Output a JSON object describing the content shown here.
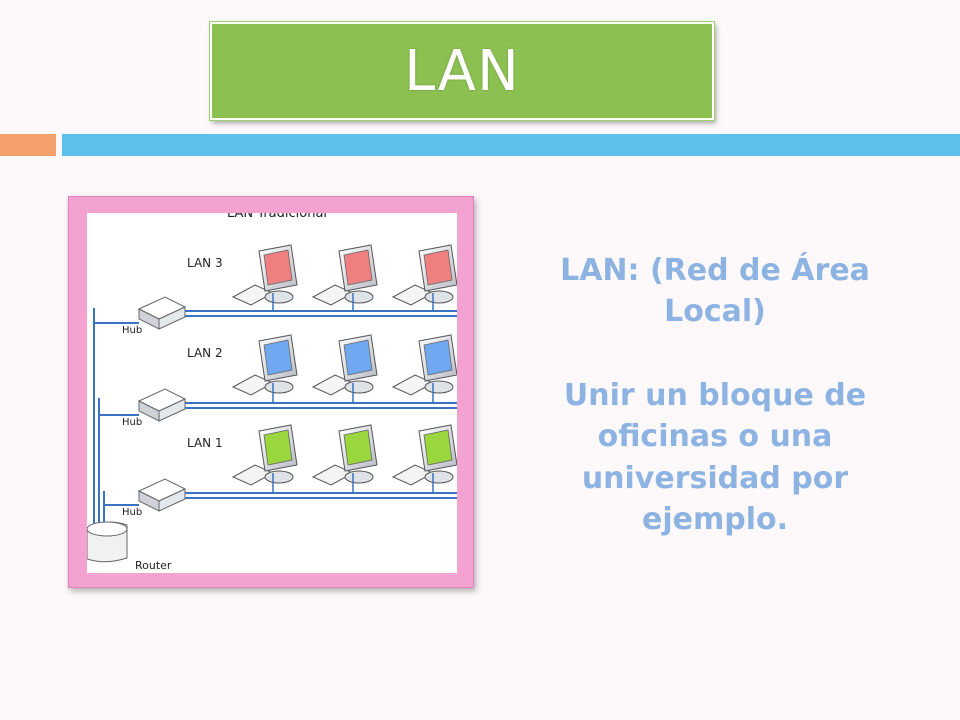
{
  "slide": {
    "title": "LAN",
    "definition": "LAN: (Red de Área Local)",
    "example": "Unir un bloque de oficinas o una universidad por ejemplo."
  },
  "diagram": {
    "heading": "LAN Tradicional",
    "lan_labels": [
      "LAN 3",
      "LAN 2",
      "LAN 1"
    ],
    "hub_label": "Hub",
    "router_label": "Router"
  },
  "colors": {
    "title_bg": "#8cc152",
    "orange_bar": "#f4a06c",
    "blue_bar": "#5bc0eb",
    "frame": "#f4a2d0",
    "body_text": "#8db3e2",
    "cable": "#3b73c4",
    "lan3_screen": "#f08080",
    "lan2_screen": "#6fa8f0",
    "lan1_screen": "#9ad63e"
  }
}
